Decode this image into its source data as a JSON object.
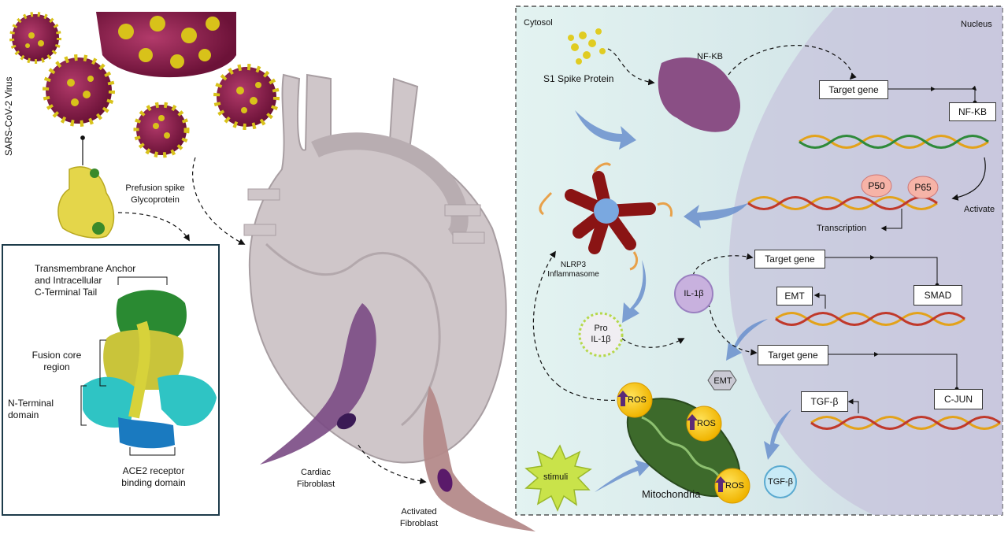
{
  "colors": {
    "virus": "#8a1a4a",
    "spike": "#d8c21a",
    "panel_bg_left": "#e6f3f3",
    "panel_bg_right": "#c9c7de",
    "arrow_blue": "#5e83c4",
    "heart": "#cbc2c5",
    "fibroblast": "#7a4a84",
    "activated_fibroblast": "#b48a8a",
    "mitochondria": "#3d6a2b",
    "ros": "#f5c400",
    "stimuli": "#c9e34a",
    "p50": "#f6b3a7",
    "il1b": "#c8b1de",
    "tgfb": "#c8eaf6",
    "dna_a": "#e3a21a",
    "dna_b": "#c0392b"
  },
  "left": {
    "virus_label": "SARS-CoV-2 Virus",
    "spike_label": "Prefusion spike\nGlycoprotein",
    "cardiac_fibroblast": "Cardiac\nFibroblast",
    "activated_fibroblast": "Activated\nFibroblast"
  },
  "structure": {
    "transmembrane": "Transmembrane Anchor\nand Intracellular\nC-Terminal Tail",
    "fusion_core": "Fusion core\nregion",
    "n_terminal": "N-Terminal\ndomain",
    "ace2": "ACE2 receptor\nbinding domain"
  },
  "panel": {
    "cytosol": "Cytosol",
    "nucleus": "Nucleus",
    "s1_spike": "S1 Spike Protein",
    "nfkb_complex": "NF-KB",
    "target_gene_1": "Target gene",
    "nfkb_box": "NF-KB",
    "activate": "Activate",
    "p50": "P50",
    "p65": "P65",
    "transcription": "Transcription",
    "nlrp3": "NLRP3\nInflammasome",
    "pro_il1b": "Pro\nIL-1β",
    "il1b": "IL-1β",
    "target_gene_2": "Target gene",
    "smad": "SMAD",
    "emt_box": "EMT",
    "target_gene_3": "Target gene",
    "emt_hex": "EMT",
    "tgfb_box": "TGF-β",
    "cjun": "C-JUN",
    "tgfb_circle": "TGF-β",
    "ros1": "ROS",
    "ros2": "ROS",
    "ros3": "ROS",
    "stimuli": "stimuli",
    "mitochondria": "Mitochondria"
  }
}
